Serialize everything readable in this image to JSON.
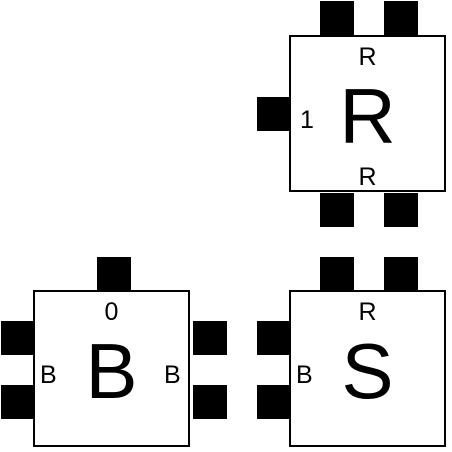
{
  "tiles": {
    "tile_r": {
      "center_label": "R",
      "top_label": "R",
      "bottom_label": "R",
      "left_label": "1"
    },
    "tile_b": {
      "center_label": "B",
      "top_label": "0",
      "left_label": "B",
      "right_label": "B"
    },
    "tile_s": {
      "center_label": "S",
      "top_label": "R",
      "left_label": "B"
    }
  },
  "colors": {
    "background": "#ffffff",
    "tile_border": "#000000",
    "connector": "#000000",
    "text": "#000000"
  }
}
